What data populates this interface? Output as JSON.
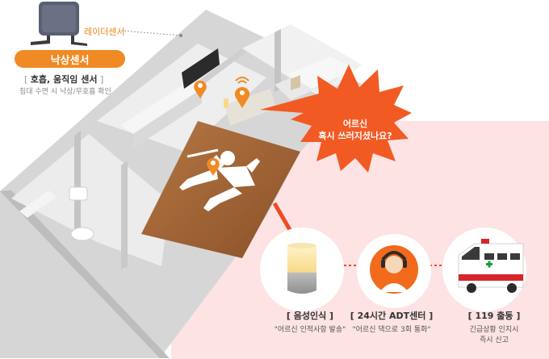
{
  "colors": {
    "accent_orange": "#f08a24",
    "burst_red": "#f25a24",
    "panel_pink": "#fde3e3",
    "arrow_red": "#ef4a23"
  },
  "sensor": {
    "callout_label": "레이더센서",
    "product_name": "낙상센서",
    "feature": "호흡, 움직임 센서",
    "description": "침대 수면 시 낙상/무호흡 확인"
  },
  "alert": {
    "line1": "어르신",
    "line2": "혹시 쓰러지셨나요?"
  },
  "steps": [
    {
      "title": "[ 음성인식 ]",
      "desc": "\"어르신 인적사항 발송\""
    },
    {
      "title": "[ 24시간 ADT센터 ]",
      "desc": "\"어르신 댁으로 3회 통화\""
    },
    {
      "title": "[ 119 출동 ]",
      "desc_line1": "긴급상황 인지시",
      "desc_line2": "즉시 신고"
    }
  ],
  "icons": {
    "sensor": "radar-sensor-device-icon",
    "pin": "location-pin-icon",
    "speaker": "smart-speaker-icon",
    "agent": "headset-agent-icon",
    "ambulance": "ambulance-icon",
    "person": "fallen-person-icon"
  }
}
